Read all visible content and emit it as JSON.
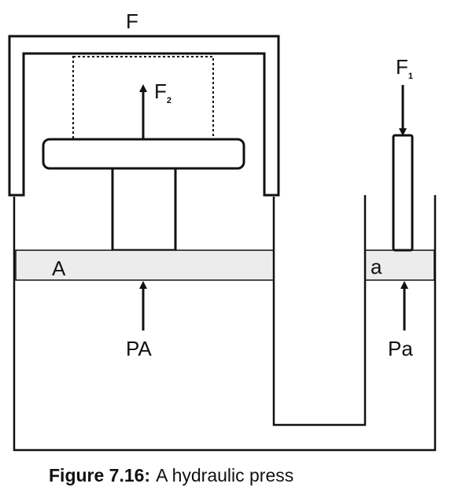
{
  "labels": {
    "top_force": "F",
    "lift_force_main": "F",
    "lift_force_sub": "2",
    "small_force_main": "F",
    "small_force_sub": "1",
    "large_area": "A",
    "small_area": "a",
    "large_pressure_force": "PA",
    "small_pressure_force": "Pa"
  },
  "caption": {
    "number": "Figure 7.16:",
    "text": "A hydraulic press"
  },
  "colors": {
    "ink": "#111111",
    "fluid_band": "#ececec",
    "background": "#ffffff"
  }
}
